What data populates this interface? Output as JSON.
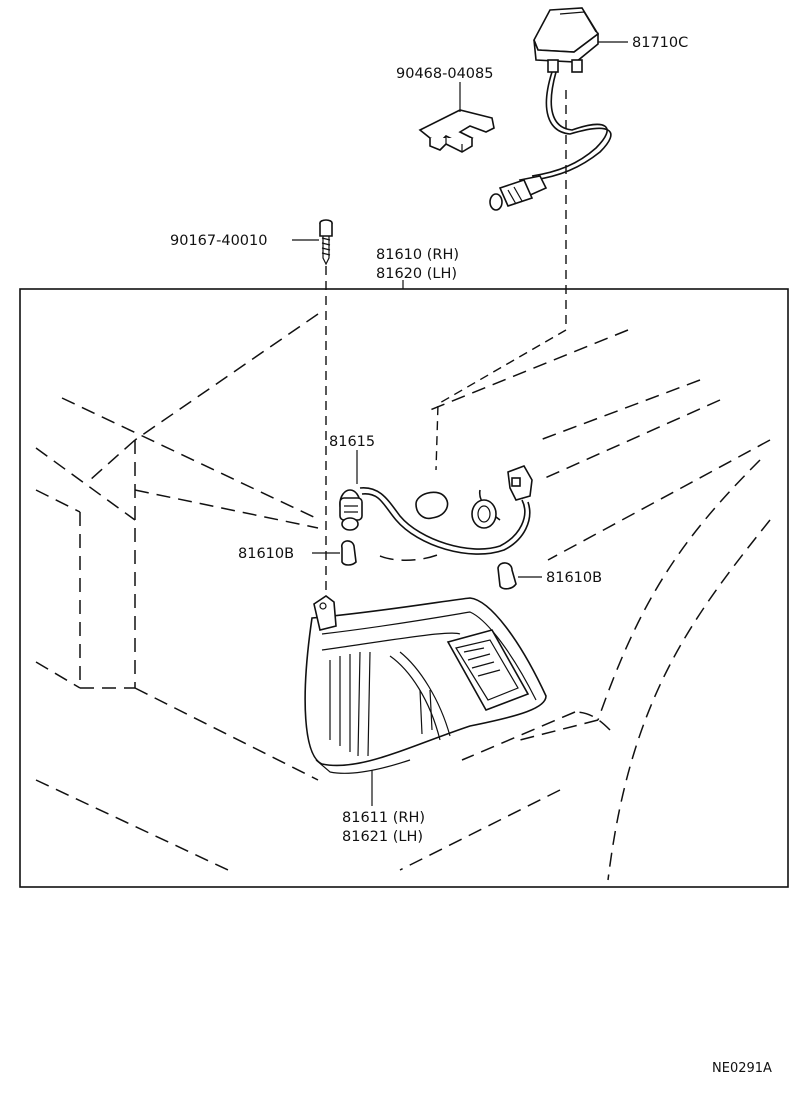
{
  "labels": {
    "switch": "81710C",
    "clip": "90468-04085",
    "screw": "90167-40010",
    "lamp_assy_rh": "81610 (RH)",
    "lamp_assy_lh": "81620 (LH)",
    "socket": "81615",
    "bulb_left": "81610B",
    "bulb_right": "81610B",
    "lens_rh": "81611 (RH)",
    "lens_lh": "81621 (LH)",
    "diagram_code": "NE0291A"
  }
}
